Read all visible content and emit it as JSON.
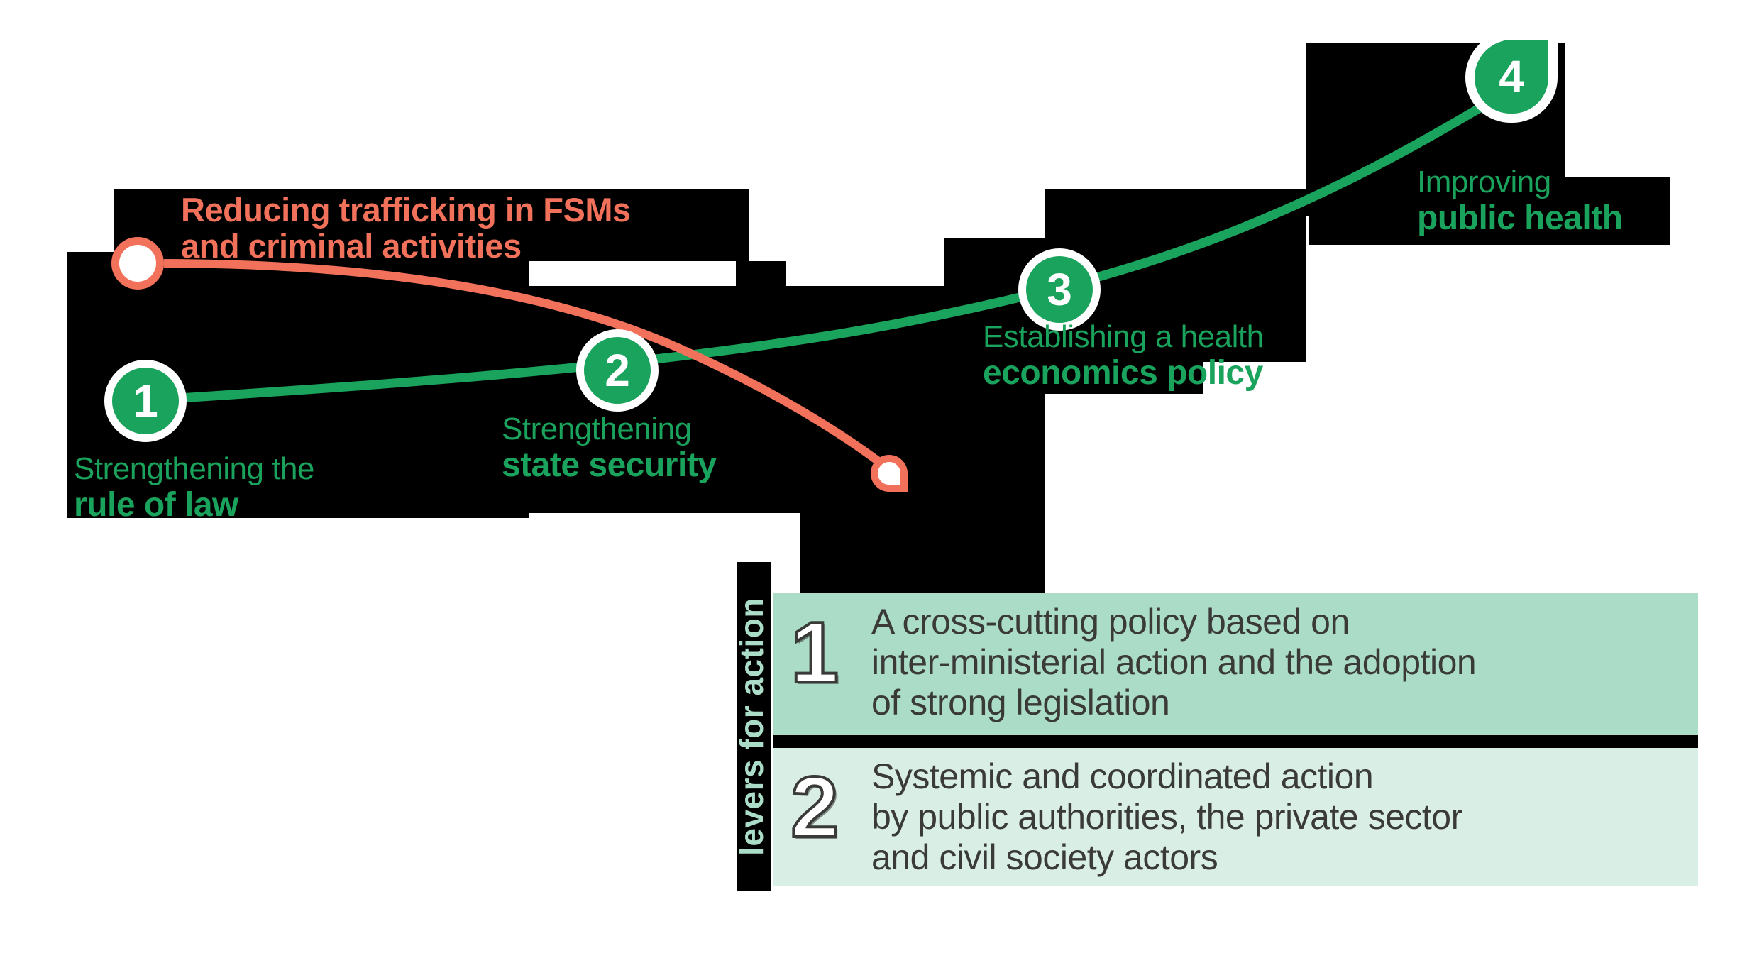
{
  "red_curve": {
    "label_line1": "Reducing trafficking in FSMs",
    "label_line2": "and criminal activities"
  },
  "stages": [
    {
      "number": "1",
      "label_regular": "Strengthening the",
      "label_bold": "rule of law"
    },
    {
      "number": "2",
      "label_regular": "Strengthening",
      "label_bold": "state security"
    },
    {
      "number": "3",
      "label_regular": "Establishing a health",
      "label_bold": "economics policy"
    },
    {
      "number": "4",
      "label_regular": "Improving",
      "label_bold": "public health"
    }
  ],
  "levers": {
    "title": "levers for action",
    "items": [
      {
        "number": "1",
        "lines": [
          "A cross-cutting policy based on",
          "inter-ministerial action and the adoption",
          "of strong legislation"
        ]
      },
      {
        "number": "2",
        "lines": [
          "Systemic and coordinated action",
          "by public authorities, the private sector",
          "and civil society actors"
        ]
      }
    ]
  },
  "colors": {
    "green": "#1aa35c",
    "salmon": "#f2715b",
    "mint1": "#abdcc7",
    "mint2": "#d9eee4",
    "dark": "#3a3a38",
    "panel": "#000000"
  }
}
